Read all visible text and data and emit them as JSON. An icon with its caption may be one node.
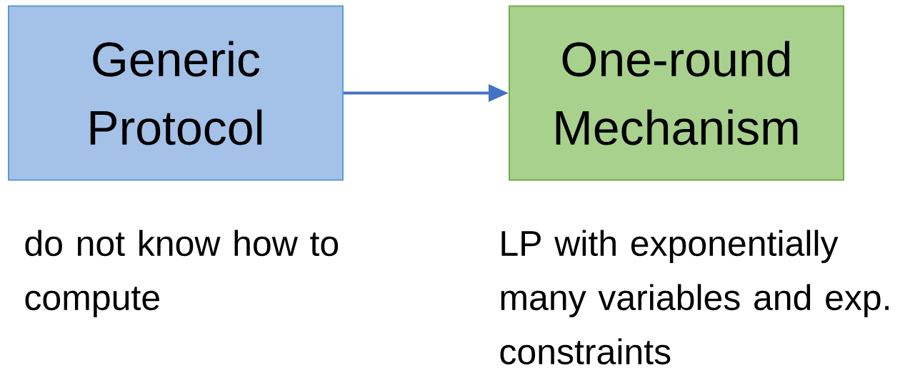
{
  "diagram": {
    "nodes": [
      {
        "text": [
          "Generic Protocol"
        ],
        "beside": [
          "do not know how to compute"
        ]
      },
      {
        "text": [
          "One-round Mechanism"
        ],
        "beside": [
          "LP with exponentially many variables and exp. constraints"
        ]
      }
    ],
    "edges": [
      {
        "from": 0,
        "to": 1,
        "arrow": "to"
      }
    ]
  }
}
